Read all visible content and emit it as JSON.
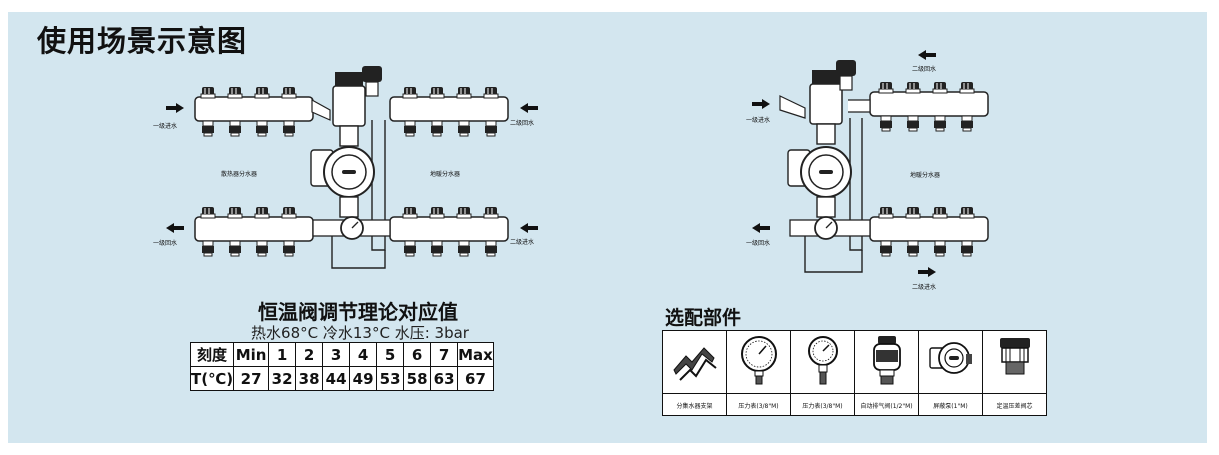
{
  "page_title": "使用场景示意图",
  "diagram_left": {
    "in_primary": "一级进水",
    "return_secondary_top": "二级回水",
    "radiator_manifold": "散热器分水器",
    "floor_manifold": "地暖分水器",
    "return_primary": "一级回水",
    "in_secondary_bottom": "二级进水"
  },
  "diagram_right": {
    "return_secondary_top": "二级回水",
    "in_primary": "一级进水",
    "floor_manifold": "地暖分水器",
    "return_primary": "一级回水",
    "in_secondary_bottom": "二级进水"
  },
  "table": {
    "title": "恒温阀调节理论对应值",
    "subtitle": "热水68°C  冷水13°C   水压: 3bar",
    "row1_label": "刻度",
    "row2_label": "T(℃)",
    "scales": [
      "Min",
      "1",
      "2",
      "3",
      "4",
      "5",
      "6",
      "7",
      "Max"
    ],
    "temps": [
      "27",
      "32",
      "38",
      "44",
      "49",
      "53",
      "58",
      "63",
      "67"
    ]
  },
  "parts": {
    "title": "选配部件",
    "items": [
      {
        "label": "分集水器支架",
        "icon": "bracket-icon"
      },
      {
        "label": "压力表(3/8\"M)",
        "icon": "pressure-gauge-icon"
      },
      {
        "label": "压力表(3/8\"M)",
        "icon": "pressure-gauge-vertical-icon"
      },
      {
        "label": "自动排气阀(1/2\"M)",
        "icon": "air-vent-valve-icon"
      },
      {
        "label": "屏蔽泵(1\"M)",
        "icon": "canned-pump-icon"
      },
      {
        "label": "定温压差阀芯",
        "icon": "valve-core-icon"
      }
    ]
  }
}
